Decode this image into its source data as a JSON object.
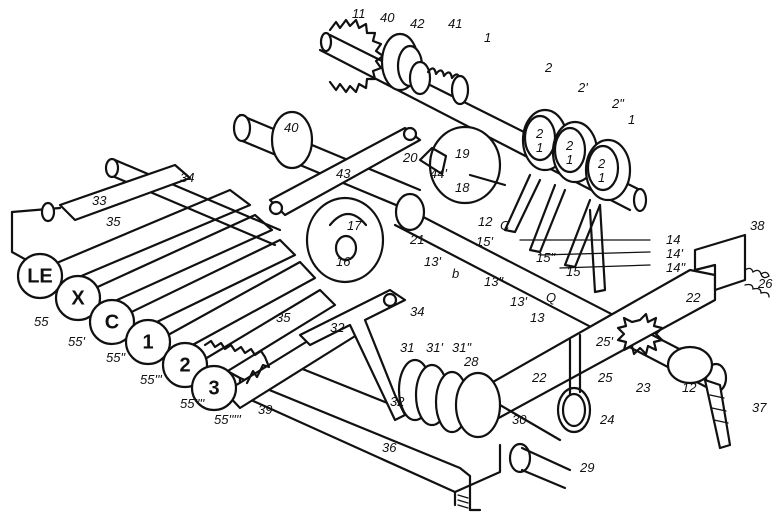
{
  "keys": [
    "LE",
    "X",
    "C",
    "1",
    "2",
    "3"
  ],
  "labels": [
    "11",
    "40",
    "42",
    "41",
    "1",
    "2",
    "2'",
    "2\"",
    "1",
    "40",
    "43",
    "20",
    "19",
    "44'",
    "18",
    "33",
    "34",
    "35",
    "17",
    "16",
    "21",
    "12",
    "C",
    "15'",
    "14",
    "14'",
    "14\"",
    "13'",
    "b",
    "13\"",
    "15\"",
    "15",
    "13'",
    "Q",
    "13",
    "38",
    "26",
    "22",
    "25'",
    "25",
    "23",
    "12",
    "37",
    "24",
    "34",
    "35",
    "32",
    "31",
    "31'",
    "31\"",
    "28",
    "22",
    "32",
    "30",
    "29",
    "36",
    "39",
    "55",
    "55'",
    "55\"",
    "55'''",
    "55''''",
    "55'''''"
  ]
}
